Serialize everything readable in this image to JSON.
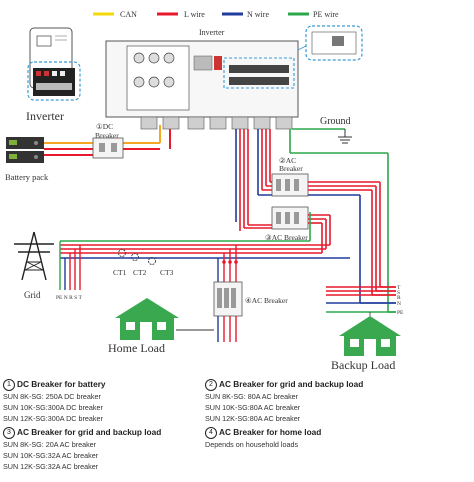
{
  "legend": {
    "items": [
      {
        "label": "CAN",
        "color": "#f5d90a"
      },
      {
        "label": "L wire",
        "color": "#e8192c"
      },
      {
        "label": "N wire",
        "color": "#1f3c9c"
      },
      {
        "label": "PE wire",
        "color": "#2ca84a"
      }
    ]
  },
  "labels": {
    "inverter_top": "Inverter",
    "inverter_side": "Inverter",
    "battery_pack": "Battery pack",
    "dc_breaker": "①DC",
    "dc_breaker2": "Breaker",
    "ground": "Ground",
    "ac_breaker2": "②AC",
    "ac_breaker2b": "Breaker",
    "ac_breaker3": "③AC Breaker",
    "ac_breaker4": "④AC Breaker",
    "grid": "Grid",
    "grid_pins": "PE N R S T",
    "ct1": "CT1",
    "ct2": "CT2",
    "ct3": "CT3",
    "home_load": "Home Load",
    "backup_load": "Backup Load",
    "backup_pins": [
      "T",
      "S",
      "R",
      "N",
      "PE"
    ]
  },
  "notes": {
    "left": [
      {
        "num": "1",
        "title": "DC Breaker for battery",
        "rows": [
          "SUN 8K-SG: 250A DC breaker",
          "SUN 10K-SG:300A DC breaker",
          "SUN 12K-SG:300A DC breaker"
        ]
      },
      {
        "num": "3",
        "title": "AC Breaker for grid and backup load",
        "rows": [
          "SUN 8K-SG: 20A AC breaker",
          "SUN 10K-SG:32A AC breaker",
          "SUN 12K-SG:32A AC breaker"
        ]
      }
    ],
    "right": [
      {
        "num": "2",
        "title": "AC Breaker for grid and backup load",
        "rows": [
          "SUN 8K-SG: 80A AC breaker",
          "SUN 10K-SG:80A AC breaker",
          "SUN 12K-SG:80A AC breaker"
        ]
      },
      {
        "num": "4",
        "title": "AC Breaker for home load",
        "rows": [
          "Depends on household loads"
        ]
      }
    ]
  }
}
